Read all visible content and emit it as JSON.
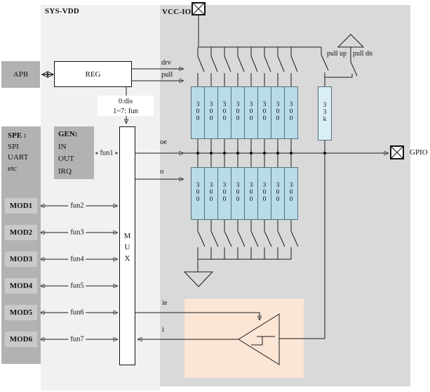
{
  "colors": {
    "panel1": "#f1f1f1",
    "panel2": "#d9d9d9",
    "graybox": "#b2b2b2",
    "modbox": "#c9c9c9",
    "res-fill": "#b9dce8",
    "res-border": "#51707d",
    "pull-fill": "#daeef5",
    "input-box": "#fbe5d5",
    "line": "#1a1a1a"
  },
  "panels": {
    "sys_vdd": "SYS-VDD",
    "vcc_io": "VCC-IO"
  },
  "left": {
    "apb": "APB",
    "spe_title": "SPE :",
    "spe_lines": [
      "SPI",
      "UART",
      "etc"
    ],
    "mods": [
      "MOD1",
      "MOD2",
      "MOD3",
      "MOD4",
      "MOD5",
      "MOD6"
    ]
  },
  "reg": {
    "label": "REG",
    "note_line1": "0:dis",
    "note_line2": "1~7: fun"
  },
  "gen": {
    "title": "GEN:",
    "lines": [
      "IN",
      "OUT",
      "IRQ"
    ]
  },
  "mux": {
    "label": "MUX"
  },
  "signals": {
    "drv": "drv",
    "pull": "pull",
    "oe": "oe",
    "o": "o",
    "ie": "ie",
    "i": "i",
    "fun": [
      "fun1",
      "fun2",
      "fun3",
      "fun4",
      "fun5",
      "fun6",
      "fun7"
    ]
  },
  "pull_network": {
    "up": "pull up",
    "dn": "pull dn",
    "resistor": "33k"
  },
  "drive_network": {
    "resistor": "300"
  },
  "pads": {
    "gpio": "GPIO"
  }
}
